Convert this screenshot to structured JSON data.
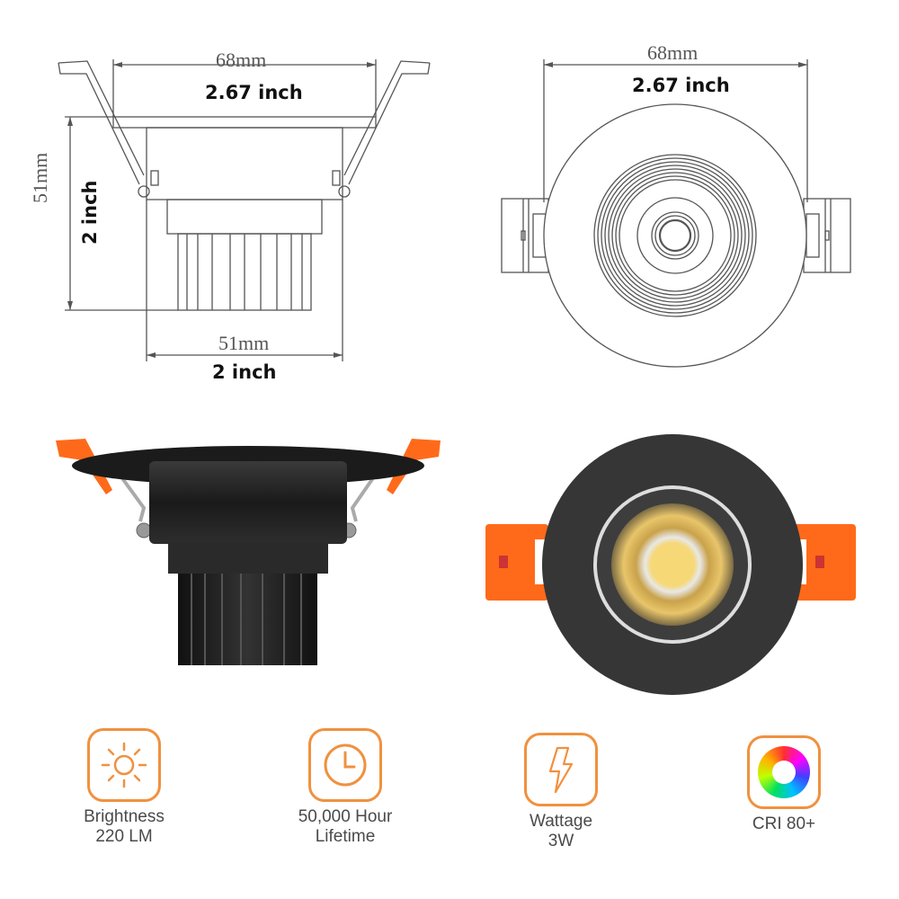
{
  "side_drawing": {
    "top_dimension_mm": "68mm",
    "top_dimension_inch": "2.67 inch",
    "height_dimension_mm": "51mm",
    "height_dimension_inch": "2 inch",
    "bottom_dimension_mm": "51mm",
    "bottom_dimension_inch": "2 inch"
  },
  "top_drawing": {
    "width_dimension_mm": "68mm",
    "width_dimension_inch": "2.67 inch"
  },
  "colors": {
    "accent_orange": "#f0913f",
    "clip_orange": "#ff6a1a",
    "housing_black": "#2b2b2b",
    "led_yellow": "#f6d877",
    "label_gray": "#4a4a4a"
  },
  "features": [
    {
      "icon": "sun-icon",
      "line1": "Brightness",
      "line2": "220 LM"
    },
    {
      "icon": "clock-icon",
      "line1": "50,000 Hour",
      "line2": "Lifetime"
    },
    {
      "icon": "lightning-icon",
      "line1": "Wattage",
      "line2": "3W"
    },
    {
      "icon": "color-wheel-icon",
      "line1": "CRI 80+",
      "line2": ""
    }
  ]
}
